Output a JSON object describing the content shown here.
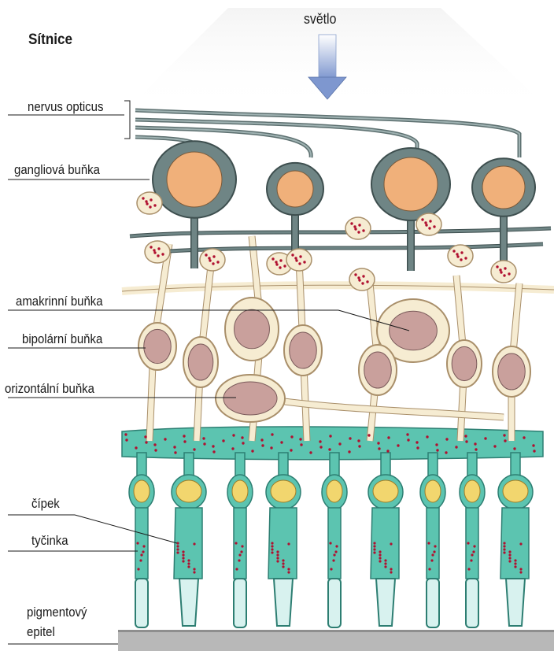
{
  "title": "Sítnice",
  "light_label": "světlo",
  "labels": {
    "nervus_opticus": "nervus opticus",
    "ganglion_cell": "gangliová buňka",
    "amacrine_cell": "amakrinní buňka",
    "bipolar_cell": "bipolární buňka",
    "horizontal_cell": "orizontální buňka",
    "cone": "čípek",
    "rod": "tyčinka",
    "pigment_epithelium_line1": "pigmentový",
    "pigment_epithelium_line2": "epitel"
  },
  "colors": {
    "ganglion_body": "#6f8585",
    "ganglion_nucleus": "#f0b07a",
    "bipolar_body": "#f6ecd2",
    "bipolar_nucleus": "#c9a09c",
    "synapse_dots": "#b01030",
    "photoreceptor": "#5cc4b0",
    "photoreceptor_nucleus": "#f2d66e",
    "outer_segment": "#d8f2ef",
    "epithelium": "#b8b8b8",
    "light_arrow": "#7e97cf"
  }
}
